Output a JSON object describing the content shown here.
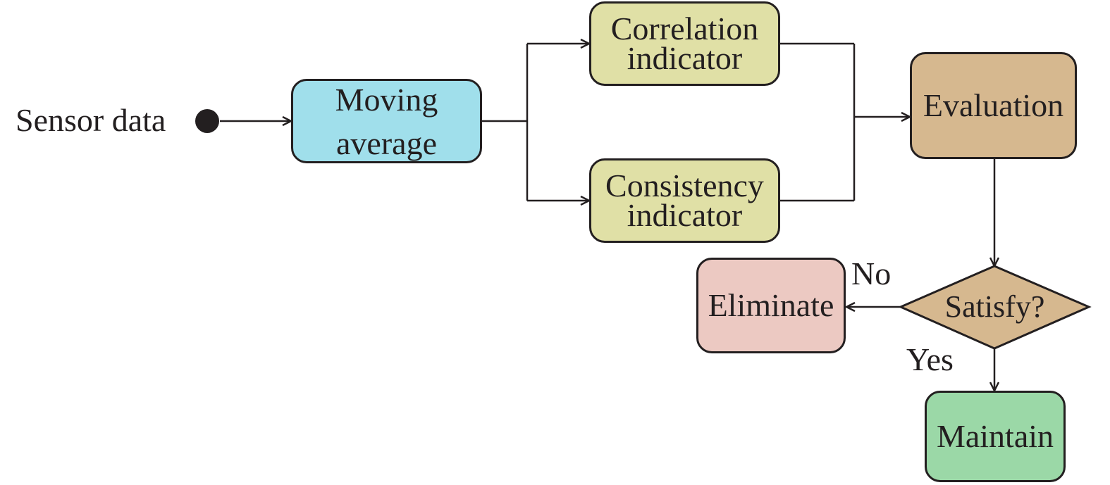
{
  "input": {
    "label": "Sensor data"
  },
  "nodes": {
    "moving_average": {
      "line1": "Moving",
      "line2": "average",
      "color": "#a0dfeb"
    },
    "correlation": {
      "line1": "Correlation",
      "line2": "indicator",
      "color": "#e0e0a6"
    },
    "consistency": {
      "line1": "Consistency",
      "line2": "indicator",
      "color": "#e0e0a6"
    },
    "evaluation": {
      "label": "Evaluation",
      "color": "#d6b88f"
    },
    "decision": {
      "label": "Satisfy?",
      "color": "#d6b88f"
    },
    "eliminate": {
      "label": "Eliminate",
      "color": "#ecc9c2"
    },
    "maintain": {
      "label": "Maintain",
      "color": "#9bd8a7"
    }
  },
  "edges": {
    "no_label": "No",
    "yes_label": "Yes"
  }
}
